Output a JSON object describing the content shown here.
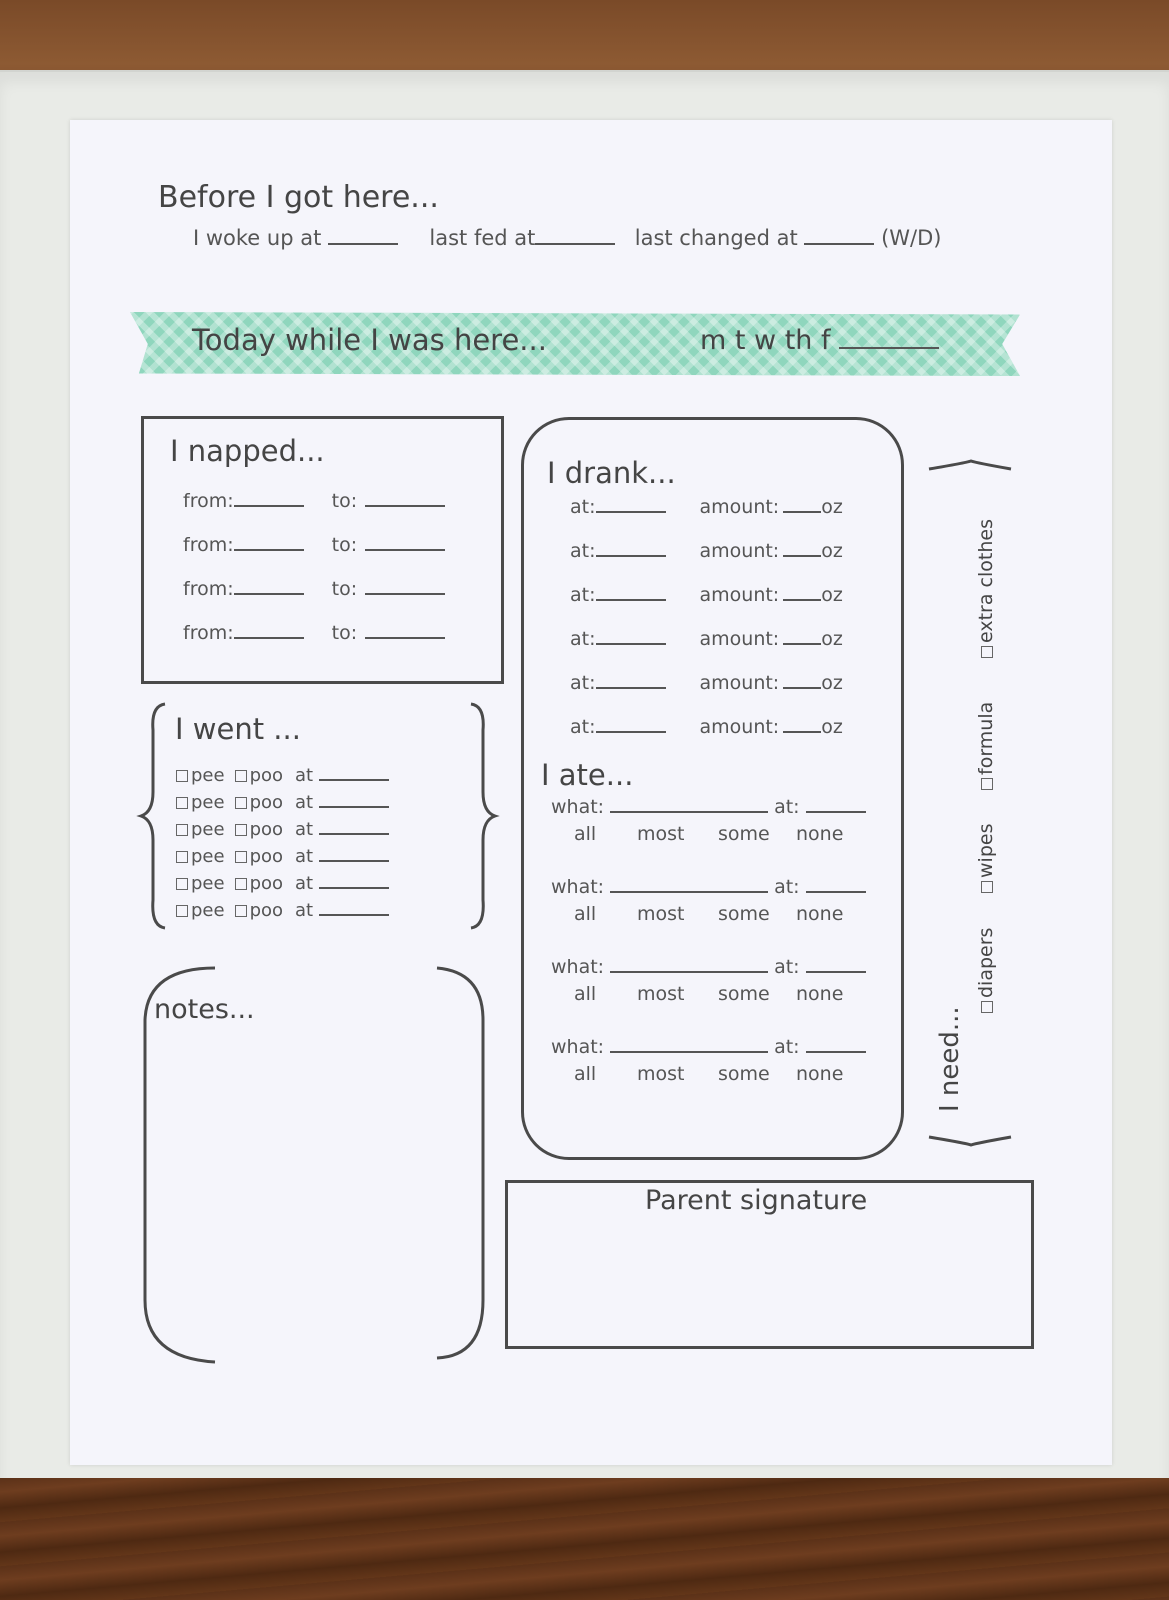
{
  "before": {
    "title": "Before I got here...",
    "woke_label": "I woke up at",
    "fed_label": "last fed at",
    "changed_label": "last changed at",
    "wd": "(W/D)"
  },
  "banner": {
    "title": "Today while I was here...",
    "days": "m t w th f"
  },
  "napped": {
    "title": "I napped...",
    "from_label": "from:",
    "to_label": "to:",
    "rows": 4
  },
  "went": {
    "title": "I went ...",
    "pee": "pee",
    "poo": "poo",
    "at": "at",
    "rows": 6
  },
  "notes": {
    "title": "notes..."
  },
  "drank": {
    "title": "I drank...",
    "at": "at:",
    "amount": "amount:",
    "oz": "oz",
    "rows": 6
  },
  "ate": {
    "title": "I ate...",
    "what": "what:",
    "at": "at:",
    "options": [
      "all",
      "most",
      "some",
      "none"
    ],
    "rows": 4
  },
  "need": {
    "title": "I need...",
    "items": [
      "diapers",
      "wipes",
      "formula",
      "extra clothes"
    ]
  },
  "signature": {
    "title": "Parent signature"
  },
  "colors": {
    "teal": "#8fd6bd",
    "ink": "#454545",
    "paper": "#f5f5fb"
  }
}
